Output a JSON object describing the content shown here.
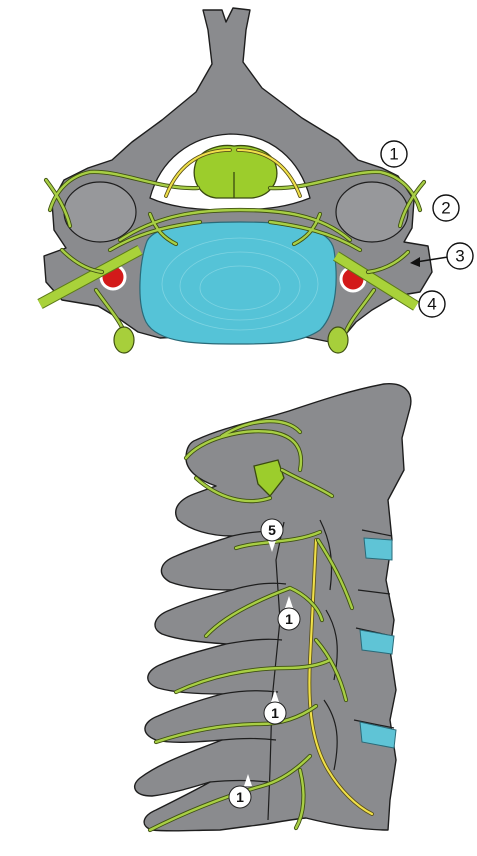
{
  "callouts": [
    "1",
    "2",
    "3",
    "4"
  ],
  "markers": [
    "5",
    "1",
    "1",
    "1"
  ],
  "colors": {
    "bone": "#8a8b8e",
    "spinal_cord": "#9ccd2c",
    "disc": "#55c3d7",
    "nerve": "#a8cf45",
    "sinuvertebral_nerve": "#f0e04a",
    "artery": "#d31a1a"
  }
}
